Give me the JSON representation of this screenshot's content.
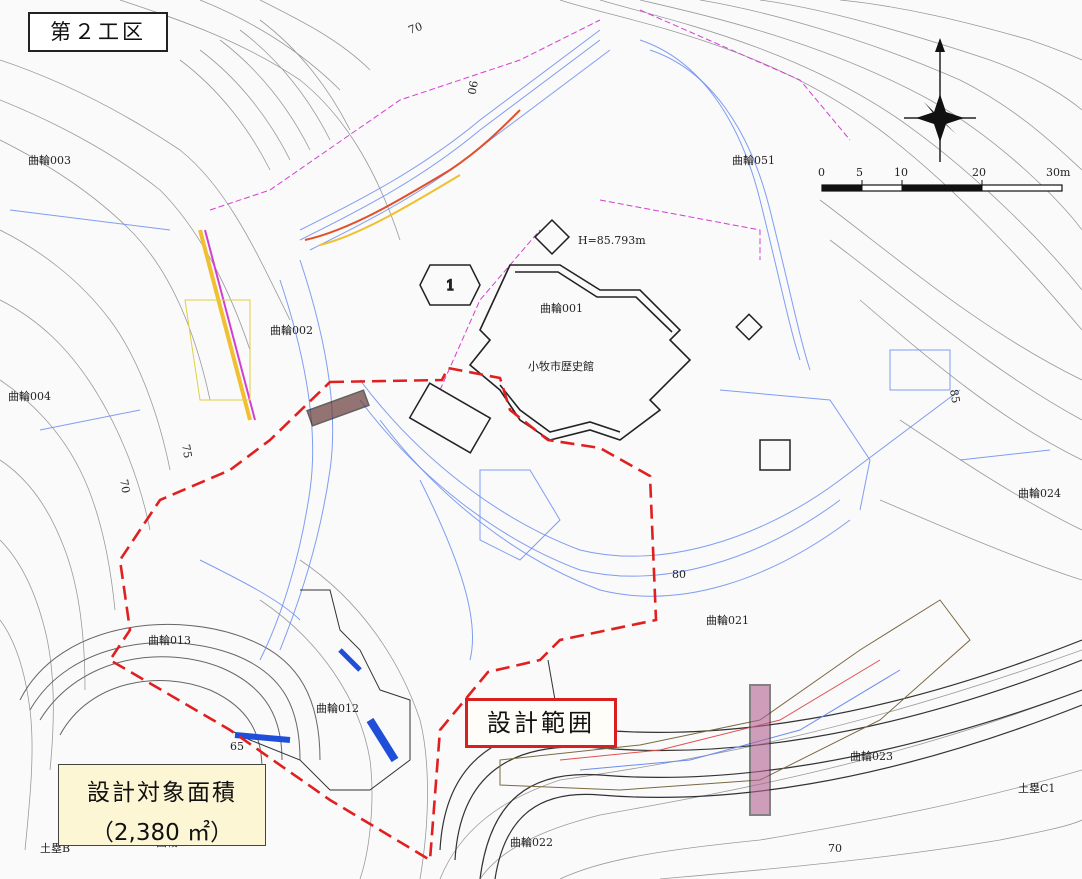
{
  "title_box": "第２工区",
  "design_range_label": "設計範囲",
  "area_box": {
    "line1": "設計対象面積",
    "line2": "（2,380 ㎡）"
  },
  "building_label": "小牧市歴史館",
  "height_note": "H=85.793m",
  "kuruwa_labels": {
    "k003": "曲輪003",
    "k051": "曲輪051",
    "k001": "曲輪001",
    "k002": "曲輪002",
    "k004": "曲輪004",
    "k024": "曲輪024",
    "k013": "曲輪013",
    "k012": "曲輪012",
    "k021": "曲輪021",
    "k014": "曲輪014",
    "k022": "曲輪022",
    "k023": "曲輪023",
    "dorui": "土塁C1",
    "dorui_b": "土塁B"
  },
  "contour_labels": [
    "70",
    "75",
    "65",
    "80",
    "90",
    "70",
    "85",
    "70"
  ],
  "scale_bar": {
    "ticks": [
      "0",
      "5",
      "10",
      "20",
      "30m"
    ]
  },
  "colors": {
    "design_boundary": "#e02020",
    "survey_lines": "#6a8cf0",
    "contours": "#9a9a9a",
    "kuruwa_boundary": "#d040d0"
  }
}
